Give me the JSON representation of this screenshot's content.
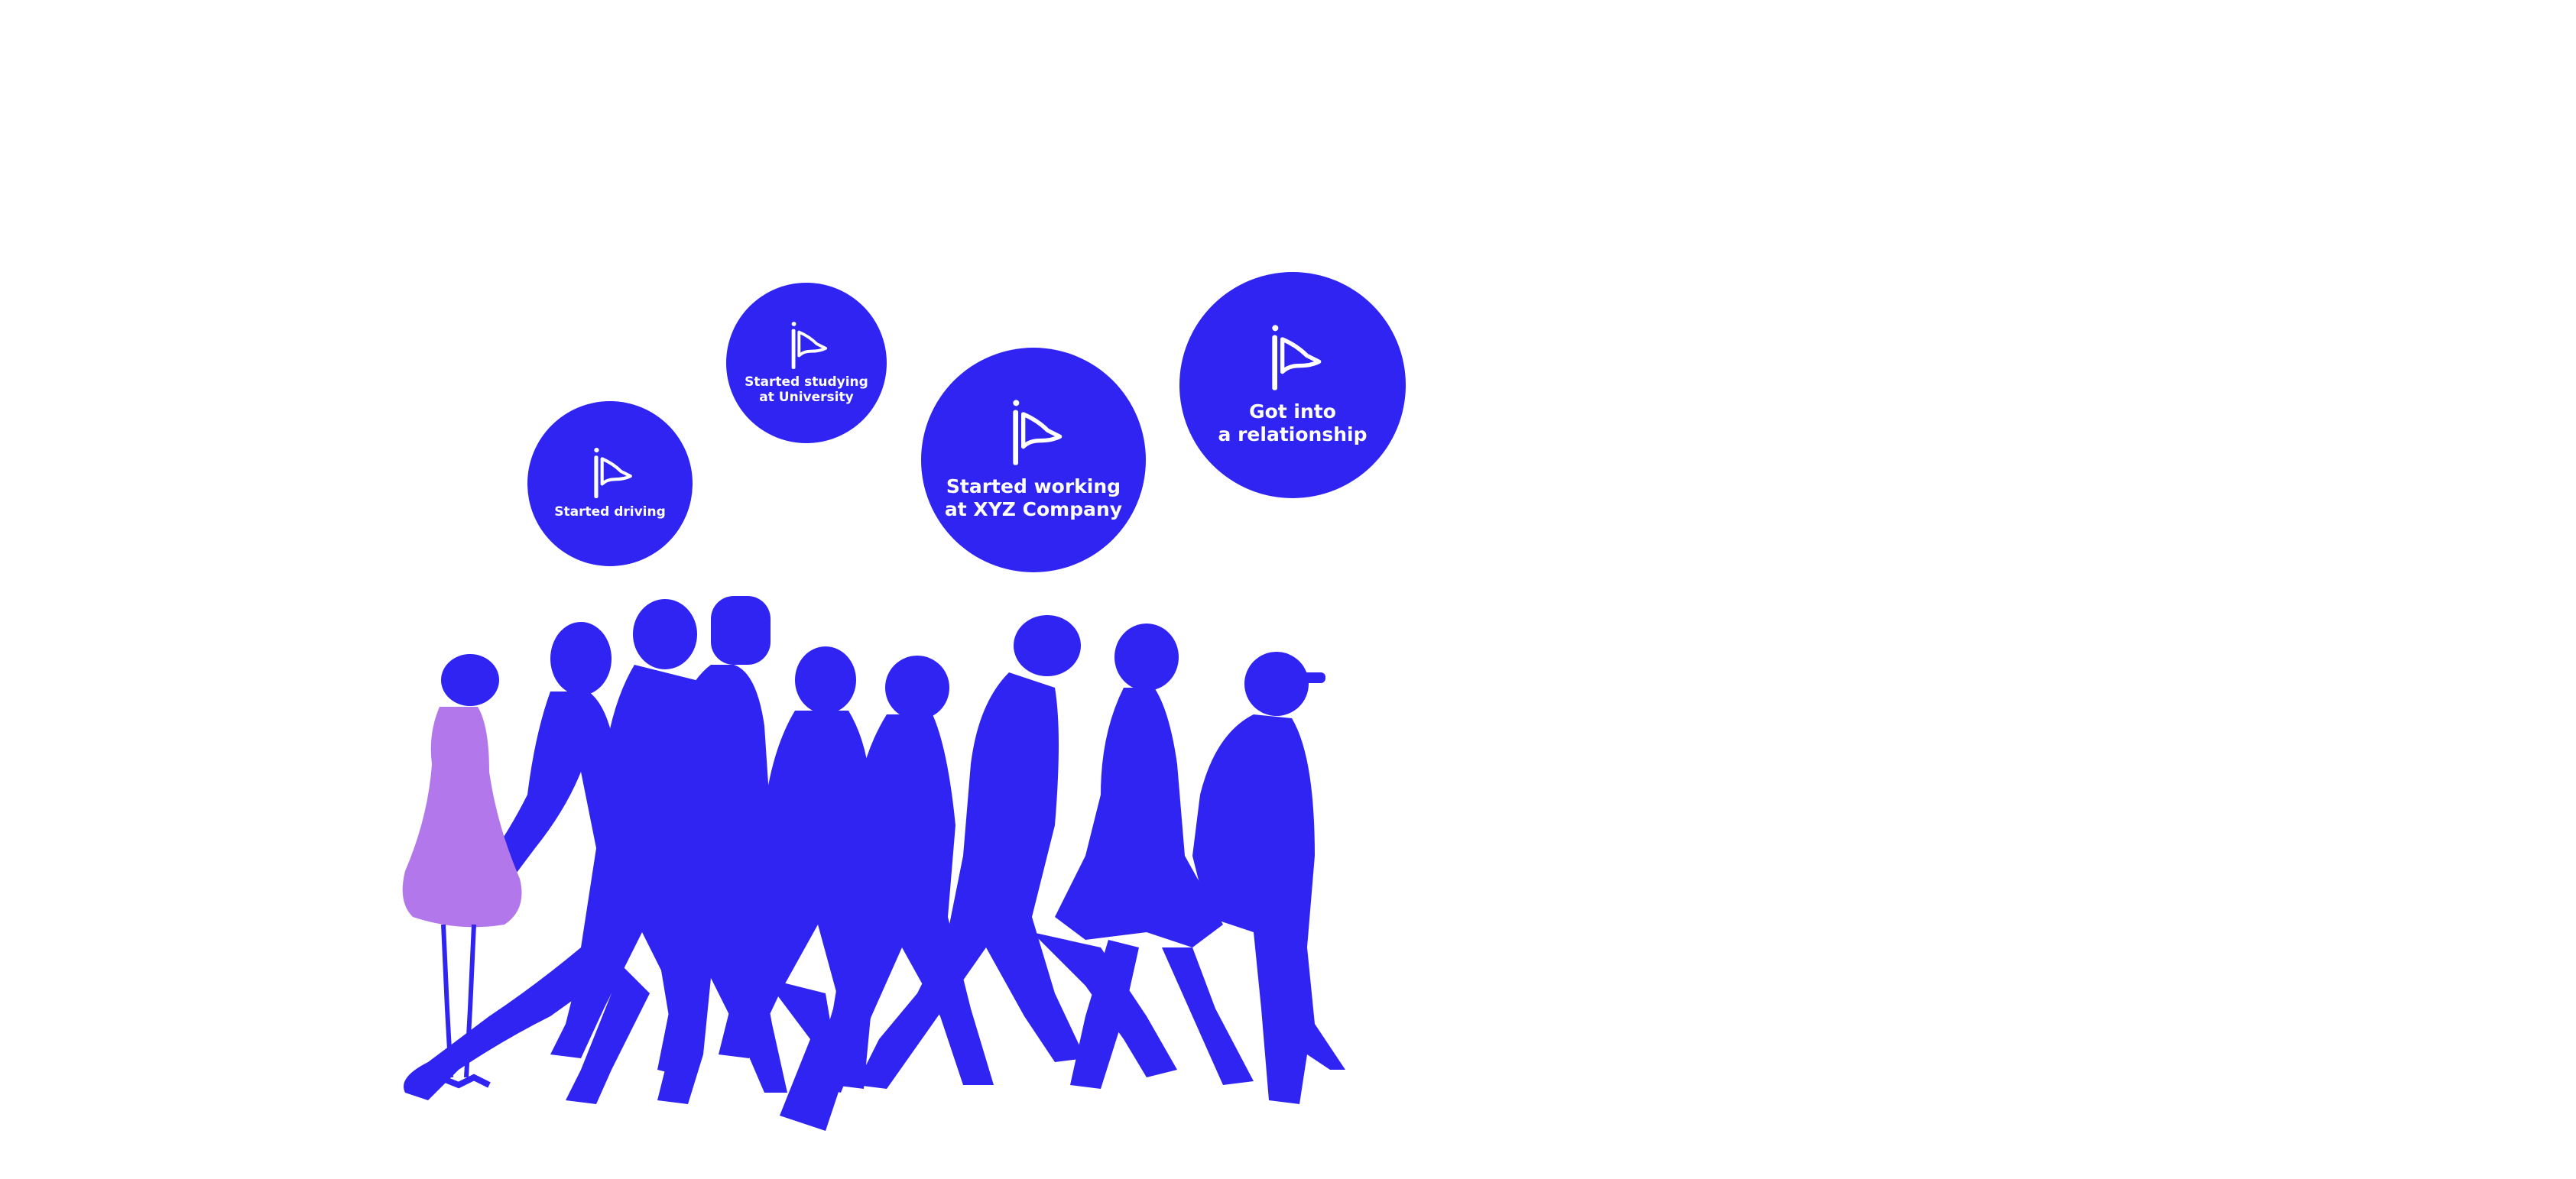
{
  "colors": {
    "primary": "#2f24f2",
    "accent_light": "#b277ea",
    "background": "#ffffff"
  },
  "milestones": [
    {
      "label": "Started driving",
      "icon": "flag-icon"
    },
    {
      "label": "Started studying\nat University",
      "icon": "flag-icon"
    },
    {
      "label": "Started working\nat XYZ Company",
      "icon": "flag-icon"
    },
    {
      "label": "Got into\na relationship",
      "icon": "flag-icon"
    }
  ],
  "illustration": {
    "subject": "crowd-silhouette",
    "highlighted_figure": "woman-in-dress"
  }
}
